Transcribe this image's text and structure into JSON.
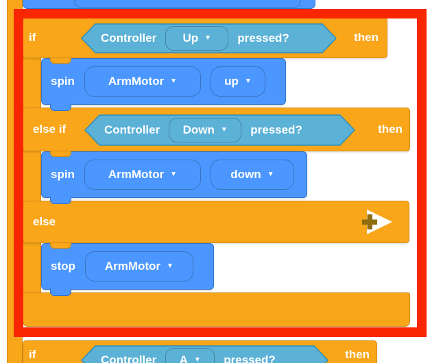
{
  "ui": {
    "caret": "▼"
  },
  "colors": {
    "block_orange": "#F9A61A",
    "block_orange_border": "#CF8B17",
    "block_blue": "#4C97FF",
    "block_blue_border": "#3373CC",
    "condition_teal": "#5CB1D6",
    "condition_teal_border": "#2E8EB8",
    "highlight_red": "#FA2600",
    "expand_plus_gold": "#8F6C10",
    "text": "#FFFFFF"
  },
  "if_else_block": {
    "if_label": "if",
    "then_label": "then",
    "elseif_label": "else if",
    "else_label": "else",
    "condition_up": {
      "device": "Controller",
      "selected": "Up",
      "question": "pressed?"
    },
    "condition_down": {
      "device": "Controller",
      "selected": "Down",
      "question": "pressed?"
    },
    "spin_up": {
      "verb": "spin",
      "motor": "ArmMotor",
      "direction": "up"
    },
    "spin_down": {
      "verb": "spin",
      "motor": "ArmMotor",
      "direction": "down"
    },
    "stop_action": {
      "verb": "stop",
      "motor": "ArmMotor"
    }
  },
  "next_if_block": {
    "if_label": "if",
    "then_label": "then",
    "condition": {
      "device": "Controller",
      "selected": "A",
      "question": "pressed?"
    }
  }
}
